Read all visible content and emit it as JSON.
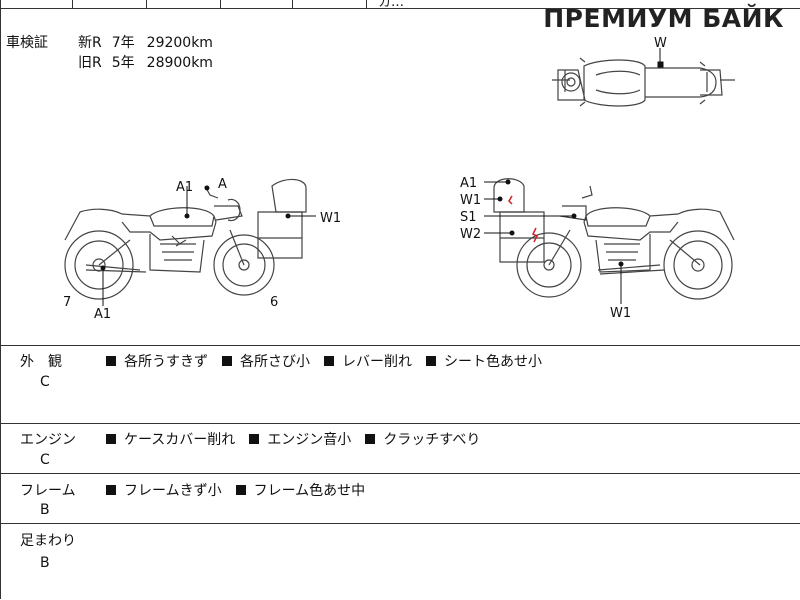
{
  "header": {
    "brand": "ПРЕМИУМ БАЙК",
    "cut_text": "カ…"
  },
  "inspection": {
    "label": "車検証",
    "rows": [
      {
        "kind": "新R",
        "year": "7年",
        "km": "29200km"
      },
      {
        "kind": "旧R",
        "year": "5年",
        "km": "28900km"
      }
    ]
  },
  "diagram": {
    "top_view": {
      "marker": "W"
    },
    "left_view": {
      "marks": [
        "A1",
        "A",
        "W1",
        "7",
        "A1",
        "6"
      ]
    },
    "right_view": {
      "marks": [
        "A1",
        "W1",
        "S1",
        "W2",
        "W1"
      ]
    }
  },
  "sections": [
    {
      "label": "外　観",
      "grade": "C",
      "items": [
        "各所うすきず",
        "各所さび小",
        "レバー削れ",
        "シート色あせ小"
      ]
    },
    {
      "label": "エンジン",
      "grade": "C",
      "items": [
        "ケースカバー削れ",
        "エンジン音小",
        "クラッチすべり"
      ]
    },
    {
      "label": "フレーム",
      "grade": "B",
      "items": [
        "フレームきず小",
        "フレーム色あせ中"
      ]
    },
    {
      "label": "足まわり",
      "grade": "B",
      "items": []
    }
  ],
  "colors": {
    "damage_mark": "#d02020",
    "line": "#333333"
  }
}
